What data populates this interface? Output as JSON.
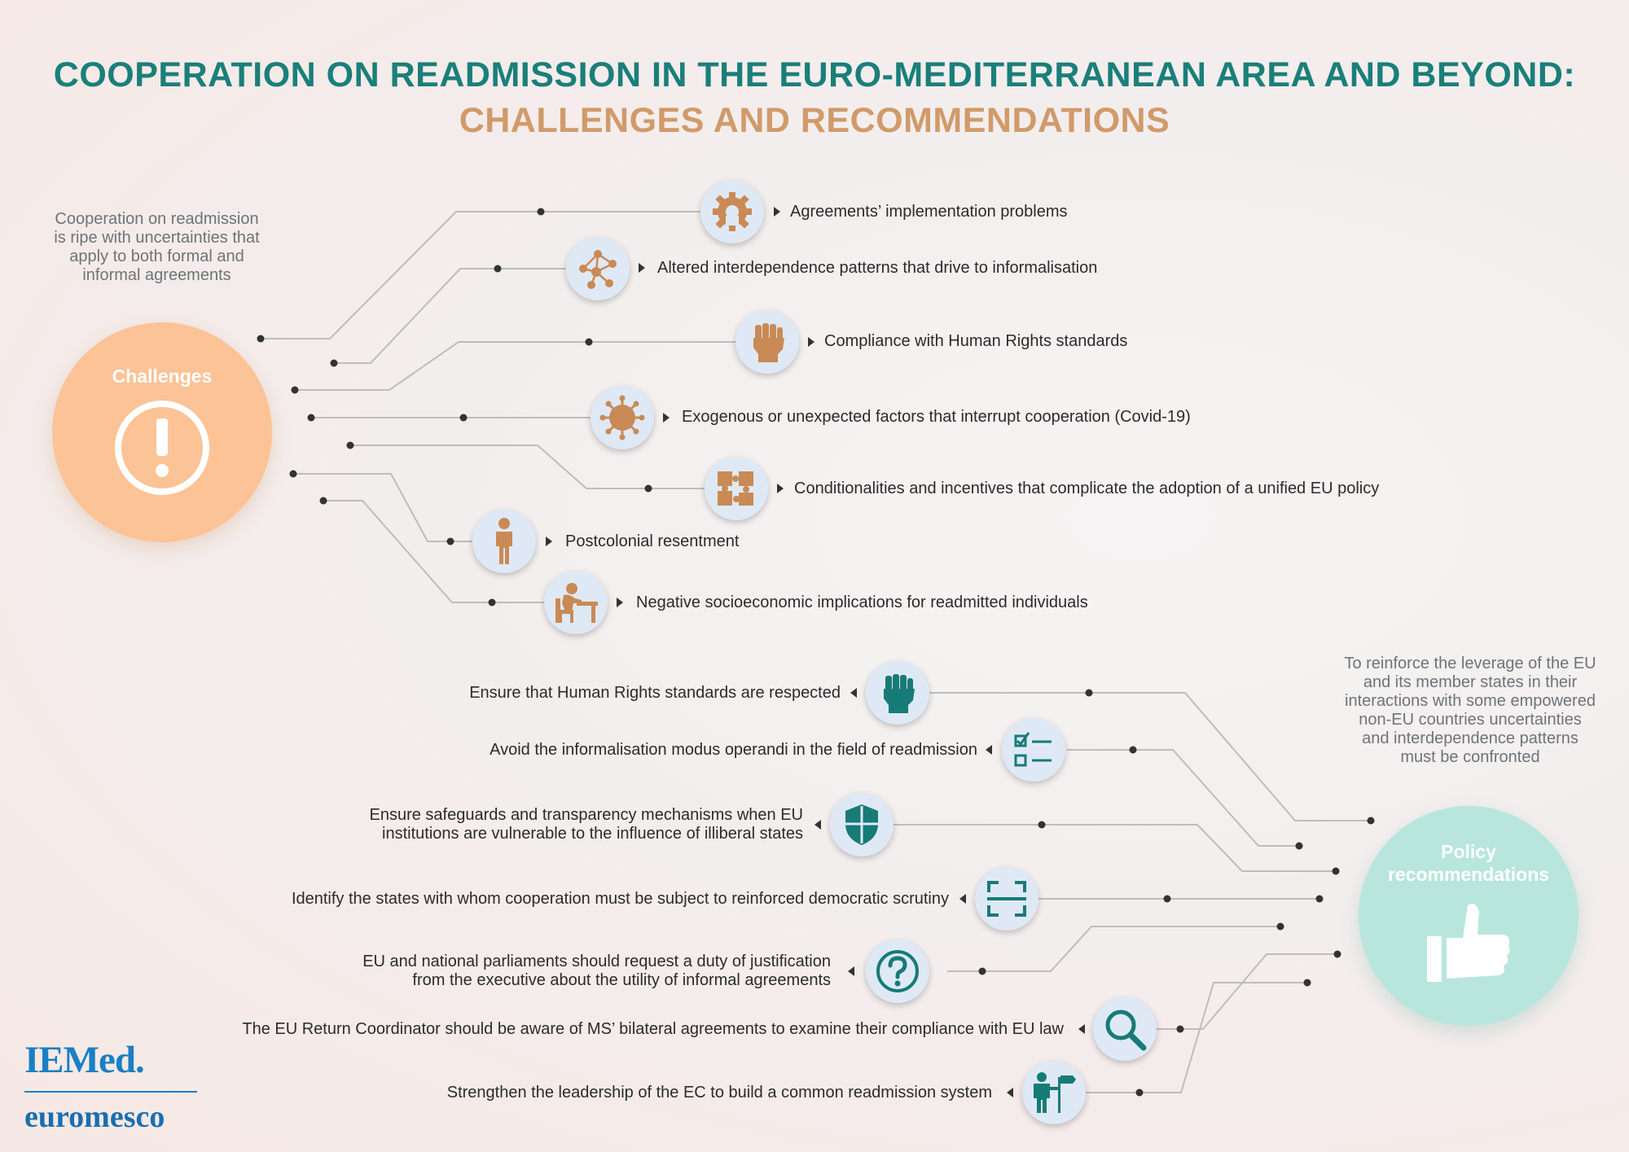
{
  "header": {
    "title_line1": "COOPERATION ON READMISSION IN THE EURO-MEDITERRANEAN AREA AND BEYOND:",
    "title_line2": "CHALLENGES AND RECOMMENDATIONS"
  },
  "challenges": {
    "hub_label": "Challenges",
    "intro": "Cooperation on readmission is ripe with uncertainties that apply to both formal and informal agreements",
    "items": [
      {
        "icon": "gears-icon",
        "label": "Agreements’ implementation problems"
      },
      {
        "icon": "network-icon",
        "label": "Altered interdependence patterns that drive to informalisation"
      },
      {
        "icon": "raised-fist-icon",
        "label": "Compliance with Human Rights standards"
      },
      {
        "icon": "virus-icon",
        "label": "Exogenous or unexpected factors that interrupt cooperation (Covid-19)"
      },
      {
        "icon": "puzzle-icon",
        "label": "Conditionalities and incentives that complicate the adoption of a unified EU policy"
      },
      {
        "icon": "person-standing-icon",
        "label": "Postcolonial resentment"
      },
      {
        "icon": "person-at-desk-icon",
        "label": "Negative socioeconomic implications for readmitted individuals"
      }
    ]
  },
  "policy": {
    "hub_label_line1": "Policy",
    "hub_label_line2": "recommendations",
    "intro": "To reinforce the leverage of the EU and its member states in their interactions with some empowered non-EU countries uncertainties and interdependence patterns must be confronted",
    "items": [
      {
        "icon": "raised-fist-icon",
        "lines": [
          "Ensure that Human Rights standards are respected"
        ]
      },
      {
        "icon": "checklist-icon",
        "lines": [
          "Avoid the informalisation modus operandi in the field of readmission"
        ]
      },
      {
        "icon": "shield-icon",
        "lines": [
          "Ensure safeguards and transparency mechanisms when EU",
          "institutions are vulnerable to the influence of illiberal states"
        ]
      },
      {
        "icon": "scan-frame-icon",
        "lines": [
          "Identify the states with whom cooperation must be subject to reinforced democratic scrutiny"
        ]
      },
      {
        "icon": "question-mark-icon",
        "lines": [
          "EU and national parliaments should request a duty of justification",
          "from the executive about the utility of informal agreements"
        ]
      },
      {
        "icon": "magnifier-icon",
        "lines": [
          "The EU Return Coordinator should be aware of MS’ bilateral agreements to examine their compliance with EU law"
        ]
      },
      {
        "icon": "leader-sign-icon",
        "lines": [
          "Strengthen the leadership of the EC to build a common readmission system"
        ]
      }
    ]
  },
  "logos": {
    "iemed": "IEMed.",
    "euromesco": "euromesco"
  },
  "colors": {
    "teal": "#1a7f7a",
    "tan": "#d19a6a",
    "challenge_hub": "#fcc396",
    "policy_hub": "#b8e6dc",
    "icon_bg": "#dfe9f6",
    "challenge_icon": "#c98a55",
    "policy_icon": "#177b78"
  }
}
